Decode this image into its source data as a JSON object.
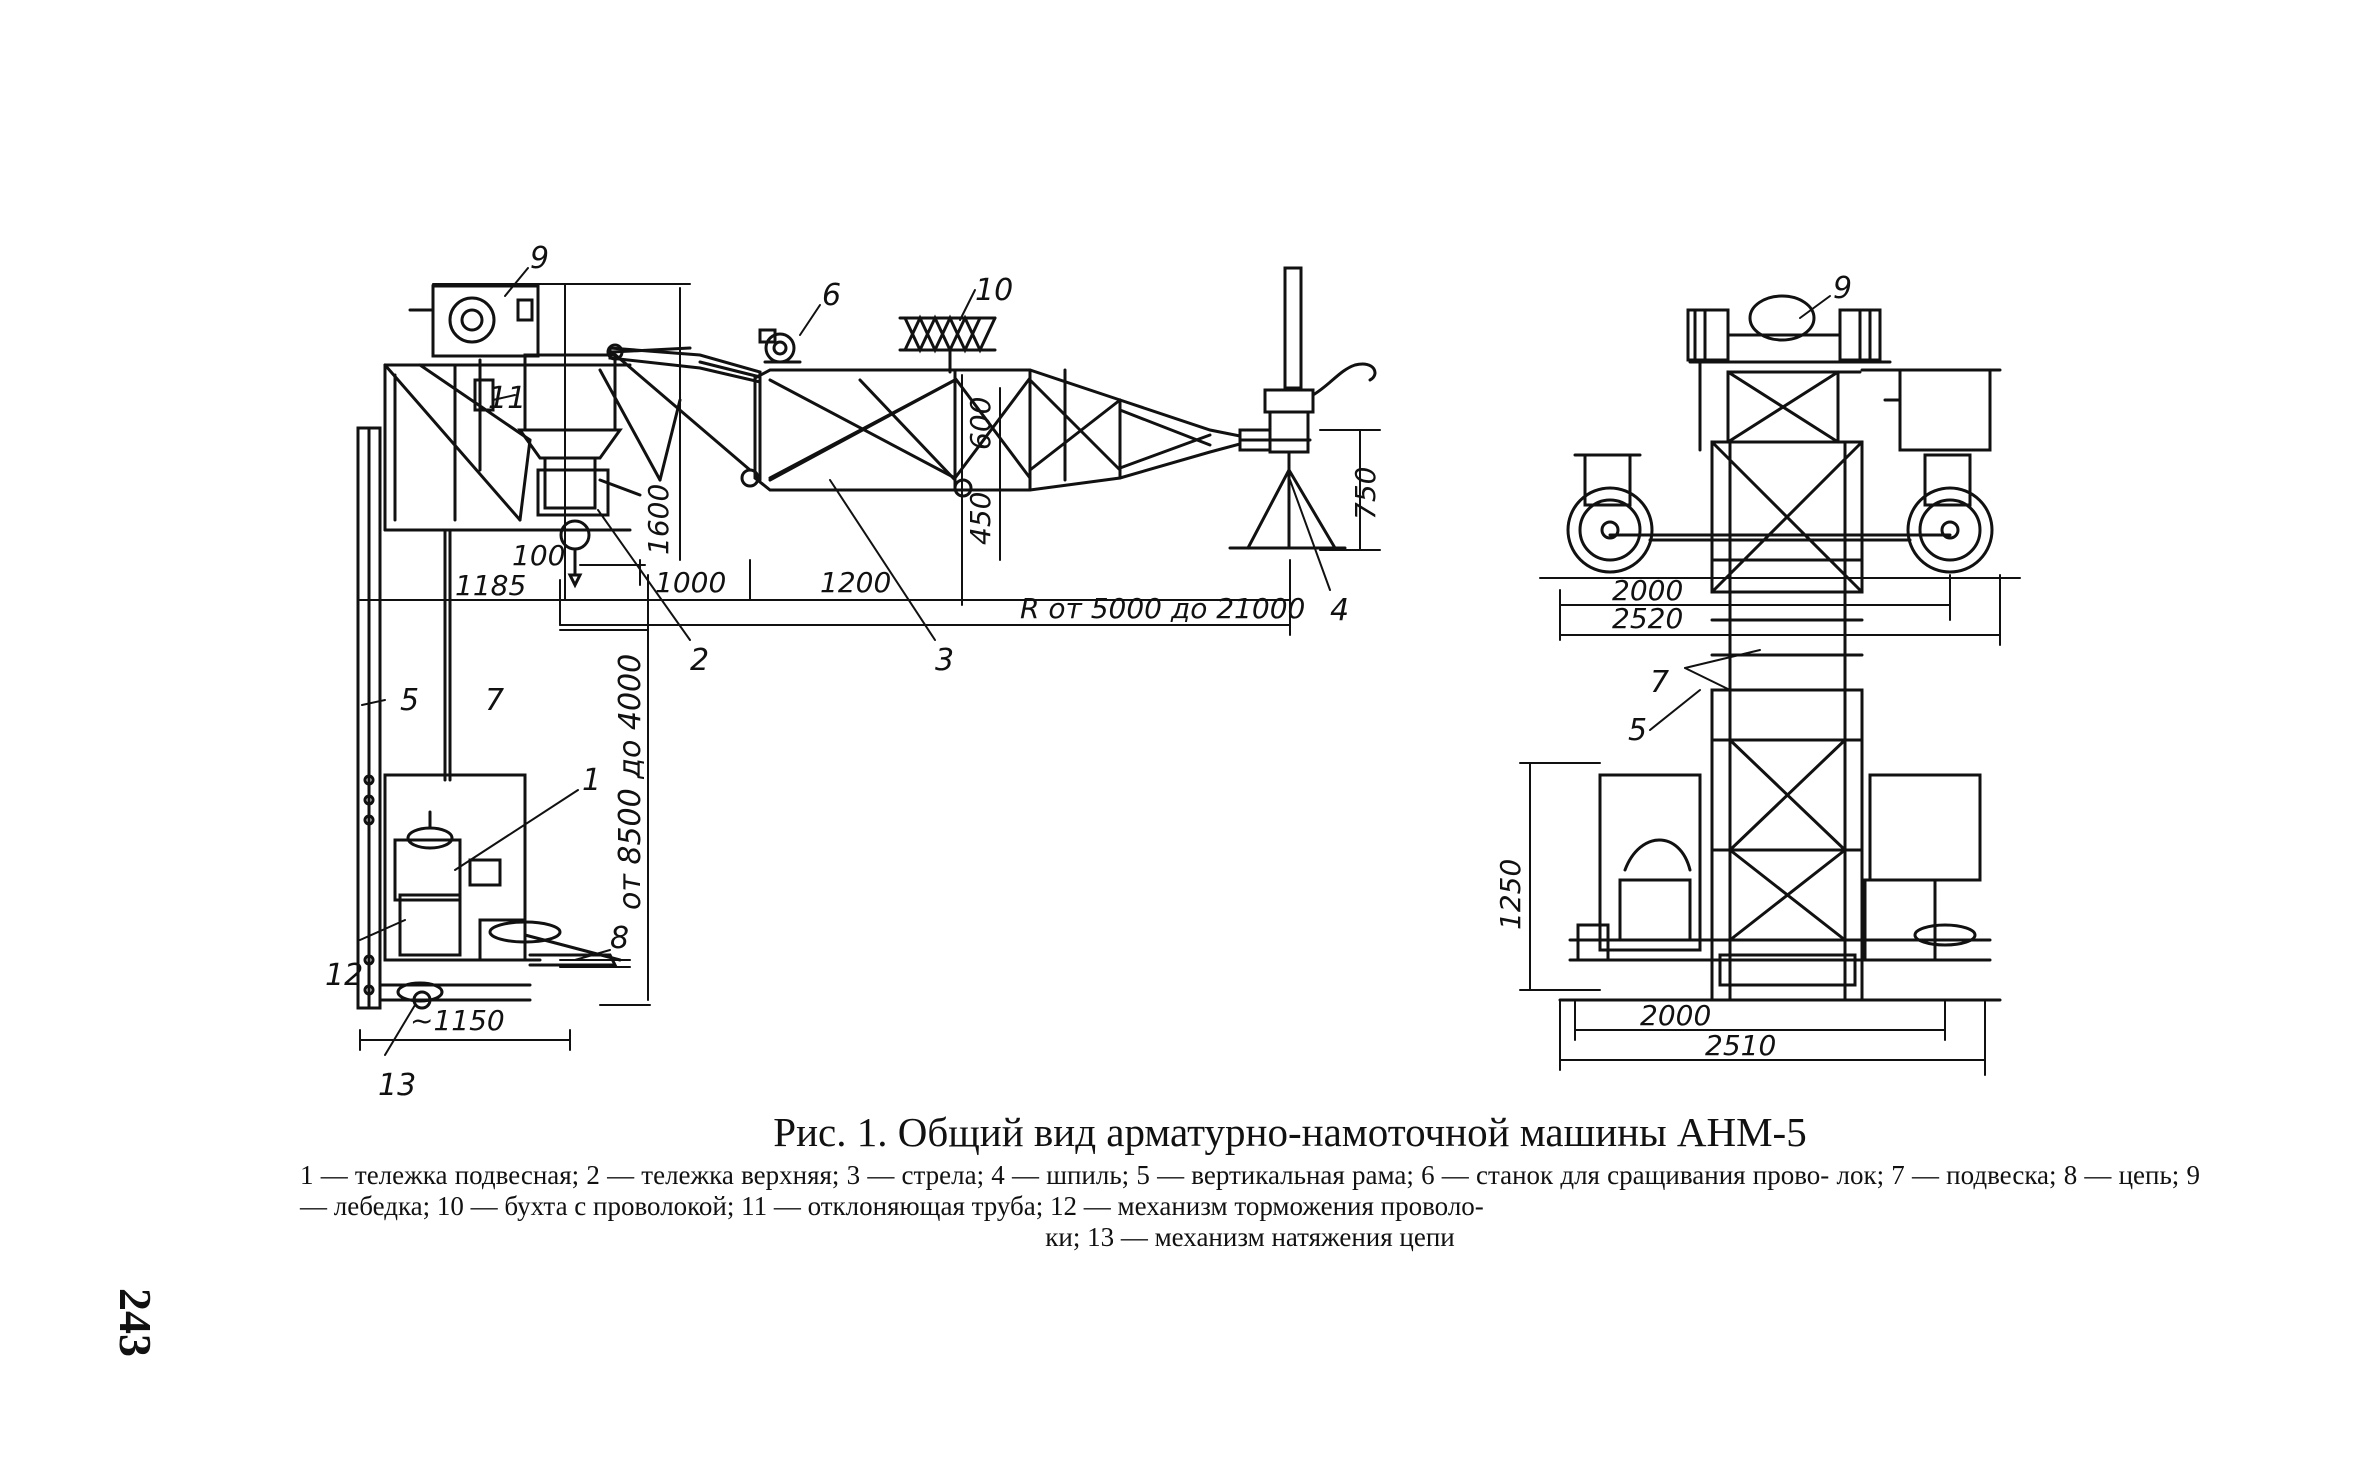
{
  "left_view": {
    "part_labels": {
      "p1": "1",
      "p2": "2",
      "p3": "3",
      "p4": "4",
      "p5": "5",
      "p6": "6",
      "p7": "7",
      "p8": "8",
      "p9": "9",
      "p10": "10",
      "p11": "11",
      "p12": "12",
      "p13": "13"
    },
    "dims": {
      "d100": "100",
      "d1600": "1600",
      "d1185": "1185",
      "d1000": "1000",
      "d1200": "1200",
      "radius": "R от 5000 до 21000",
      "d600": "600",
      "d450": "450",
      "d750": "750",
      "height_range": "от 8500 до 4000",
      "d1150": "~1150"
    }
  },
  "right_view": {
    "part_labels": {
      "p9": "9",
      "p7": "7",
      "p5": "5"
    },
    "dims": {
      "d2000_top": "2000",
      "d2520": "2520",
      "d1250": "1250",
      "d2000_bottom": "2000",
      "d2510": "2510"
    }
  },
  "caption": "Рис. 1. Общий вид арматурно-намоточной машины АНМ-5",
  "legend": {
    "line1": "1 — тележка подвесная; 2 — тележка верхняя; 3 — стрела; 4 — шпиль; 5 — вертикальная рама; 6 — станок для сращивания прово-",
    "line2": "лок; 7 — подвеска; 8 — цепь; 9 — лебедка; 10 — бухта с проволокой; 11 — отклоняющая труба; 12 — механизм торможения проволо-",
    "line3": "ки; 13 — механизм натяжения цепи"
  },
  "page_number": "243"
}
